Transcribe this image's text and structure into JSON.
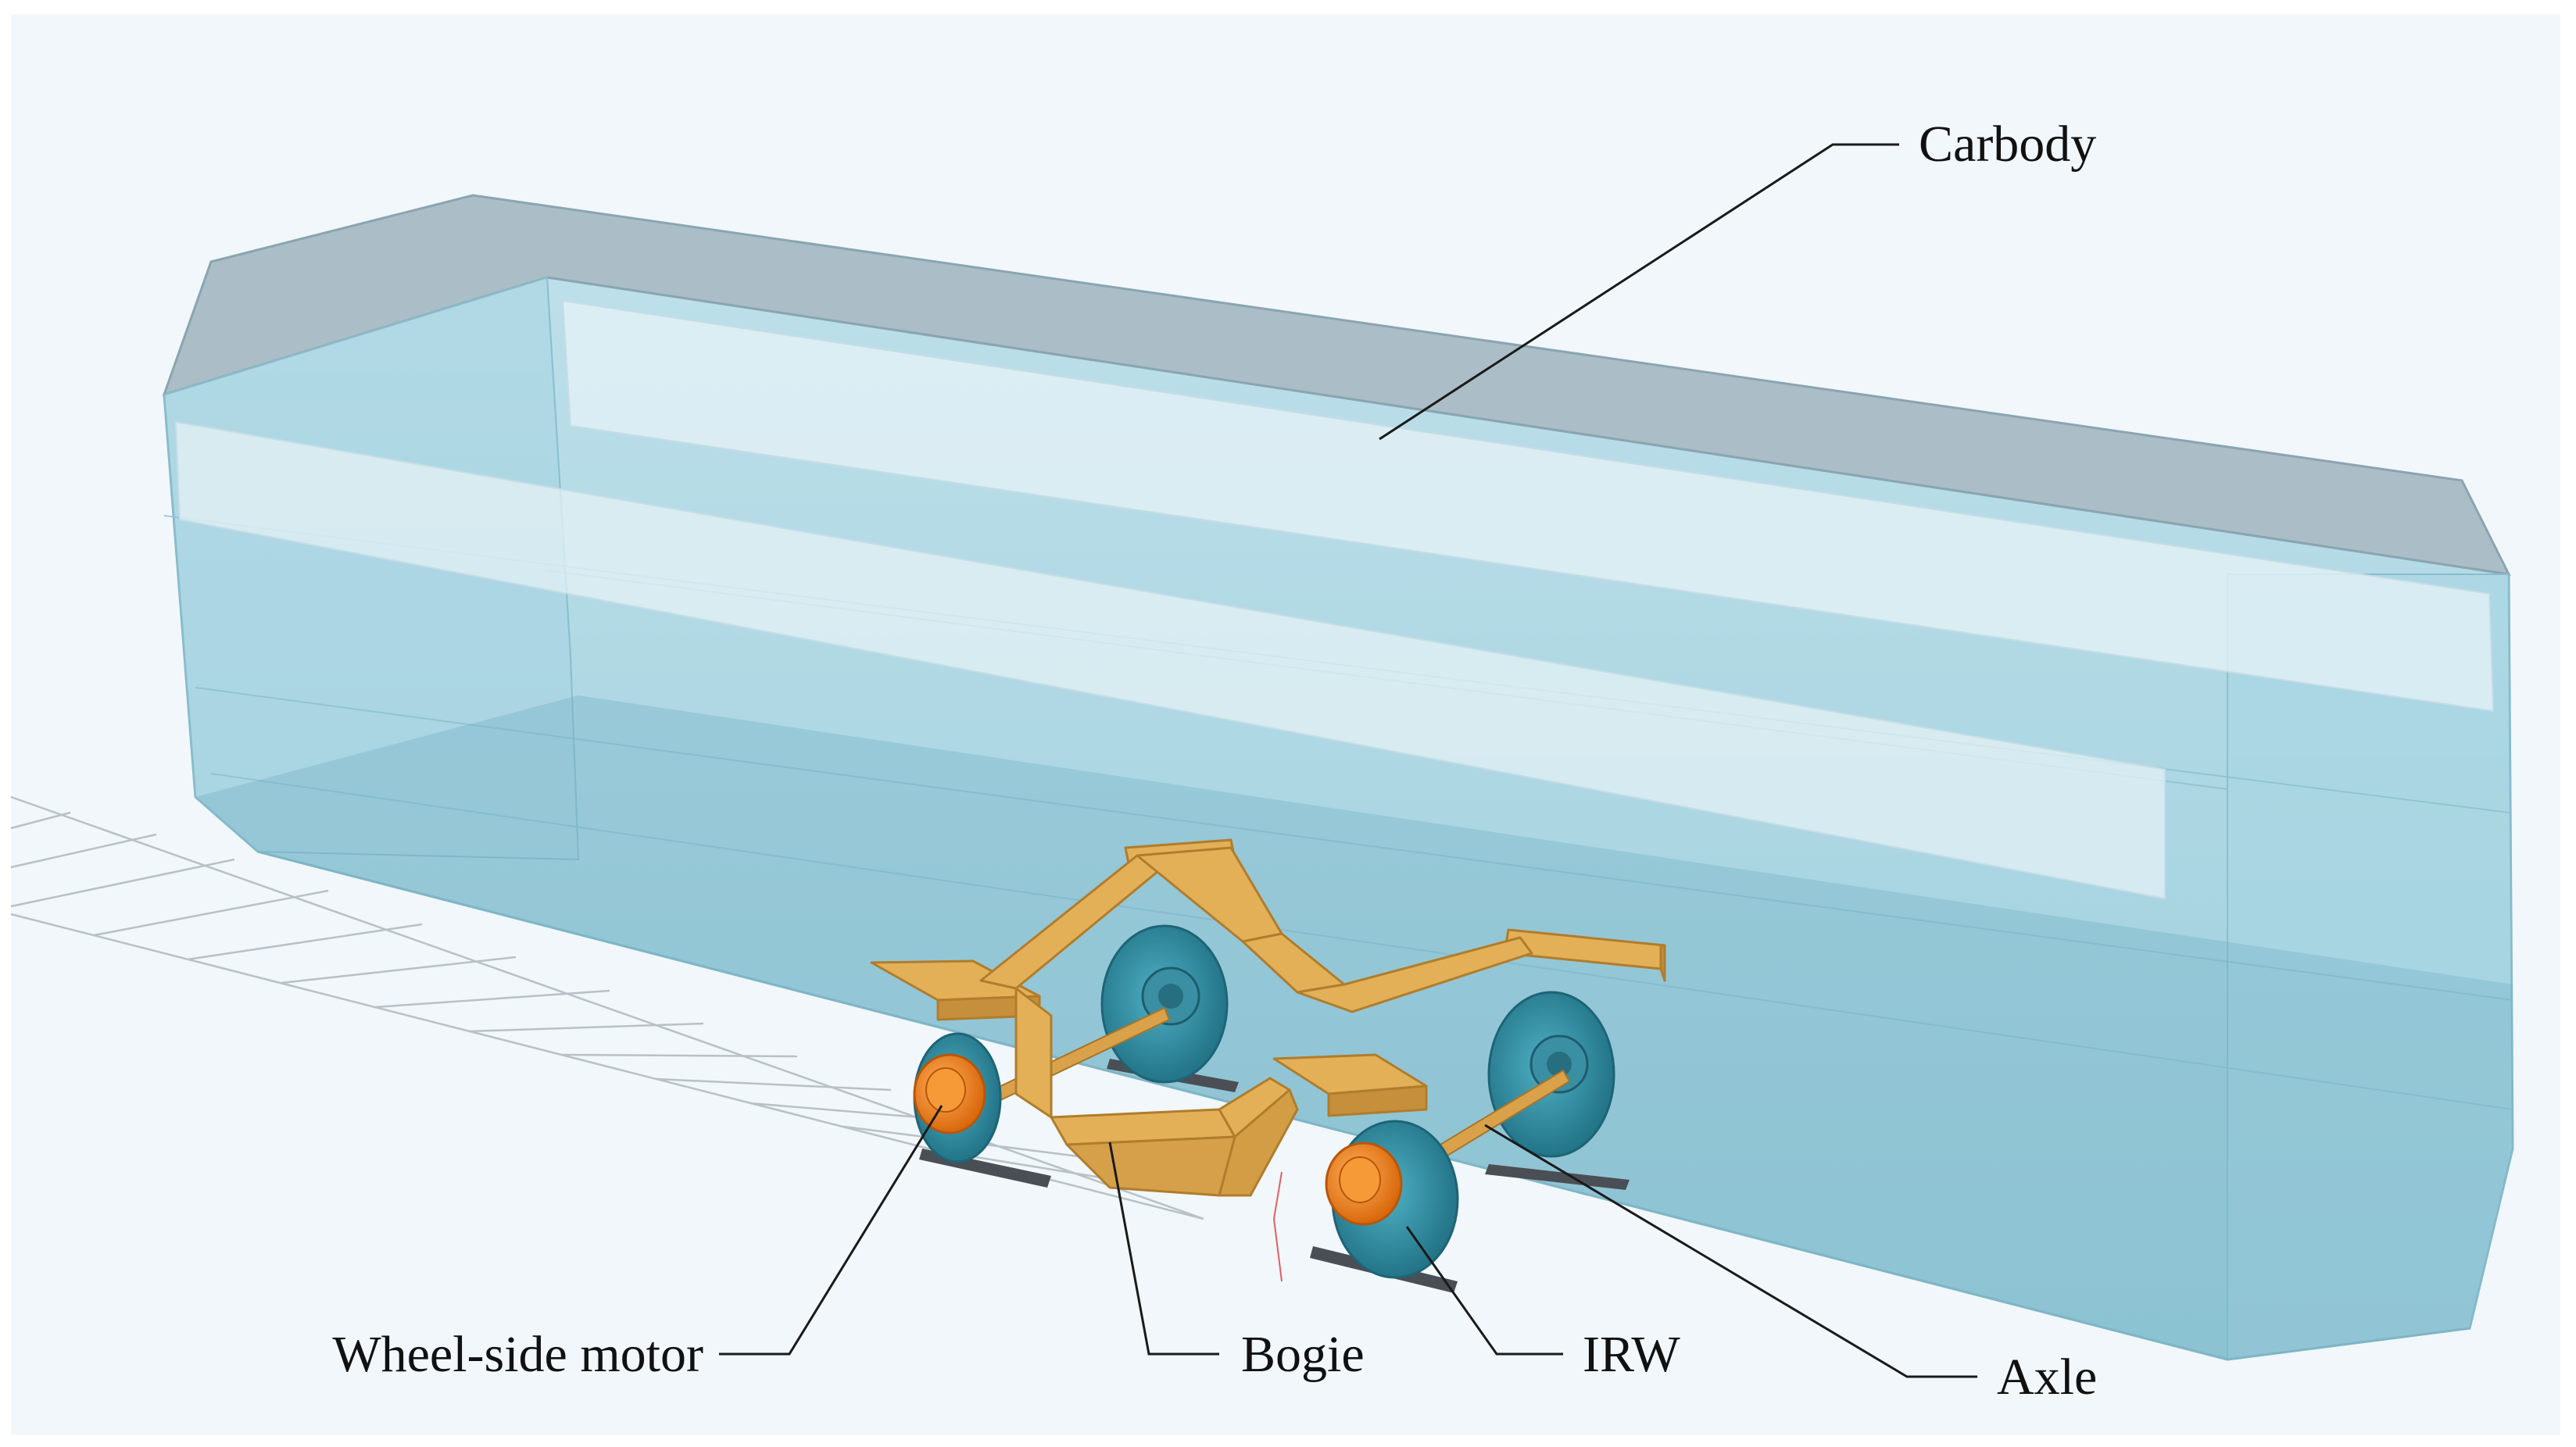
{
  "diagram": {
    "labels": {
      "carbody": "Carbody",
      "wheel_side_motor": "Wheel-side motor",
      "bogie": "Bogie",
      "irw": "IRW",
      "axle": "Axle"
    },
    "colors": {
      "background": "#f1f7fb",
      "carbody_fill": "#9fd0de",
      "carbody_roof": "#9fb4bd",
      "window_band": "#e4f1f6",
      "bogie_frame": "#e3b057",
      "wheel": "#2f8ea3",
      "motor": "#f5881f",
      "rail_pad": "#4a4f55",
      "track_grid": "#b9c1c7"
    }
  }
}
